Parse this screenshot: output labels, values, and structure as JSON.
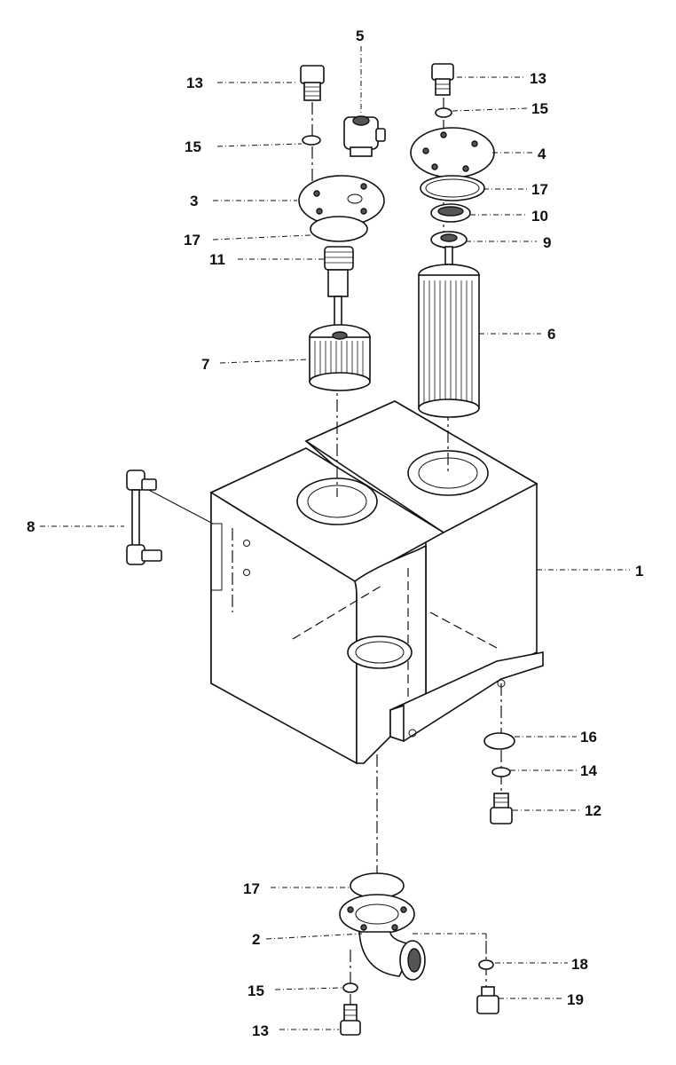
{
  "callouts": {
    "c1": "1",
    "c2": "2",
    "c3": "3",
    "c4": "4",
    "c5": "5",
    "c6": "6",
    "c7": "7",
    "c8": "8",
    "c9": "9",
    "c10": "10",
    "c11": "11",
    "c12": "12",
    "c13a": "13",
    "c13b": "13",
    "c13c": "13",
    "c14": "14",
    "c15a": "15",
    "c15b": "15",
    "c15c": "15",
    "c16": "16",
    "c17a": "17",
    "c17b": "17",
    "c17c": "17",
    "c18": "18",
    "c19": "19"
  }
}
